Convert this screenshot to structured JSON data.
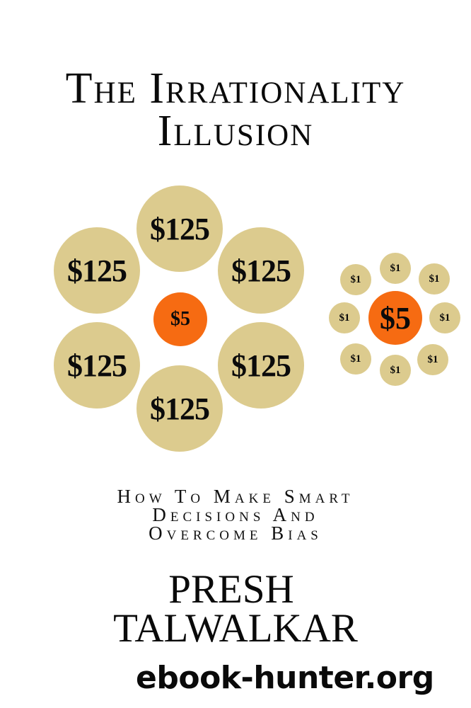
{
  "cover": {
    "title_line1": "The Irrationality",
    "title_line2": "Illusion",
    "subtitle_line1": "How To Make Smart",
    "subtitle_line2": "Decisions And",
    "subtitle_line3": "Overcome Bias",
    "author_line1": "PRESH",
    "author_line2": "TALWALKAR"
  },
  "illustration": {
    "left_group": {
      "center": "$5",
      "surrounding": [
        "$125",
        "$125",
        "$125",
        "$125",
        "$125",
        "$125"
      ]
    },
    "right_group": {
      "center": "$5",
      "surrounding": [
        "$1",
        "$1",
        "$1",
        "$1",
        "$1",
        "$1",
        "$1",
        "$1"
      ]
    },
    "colors": {
      "tan": "#dccb8e",
      "orange": "#f66b12"
    }
  },
  "watermark": "ebook-hunter.org"
}
